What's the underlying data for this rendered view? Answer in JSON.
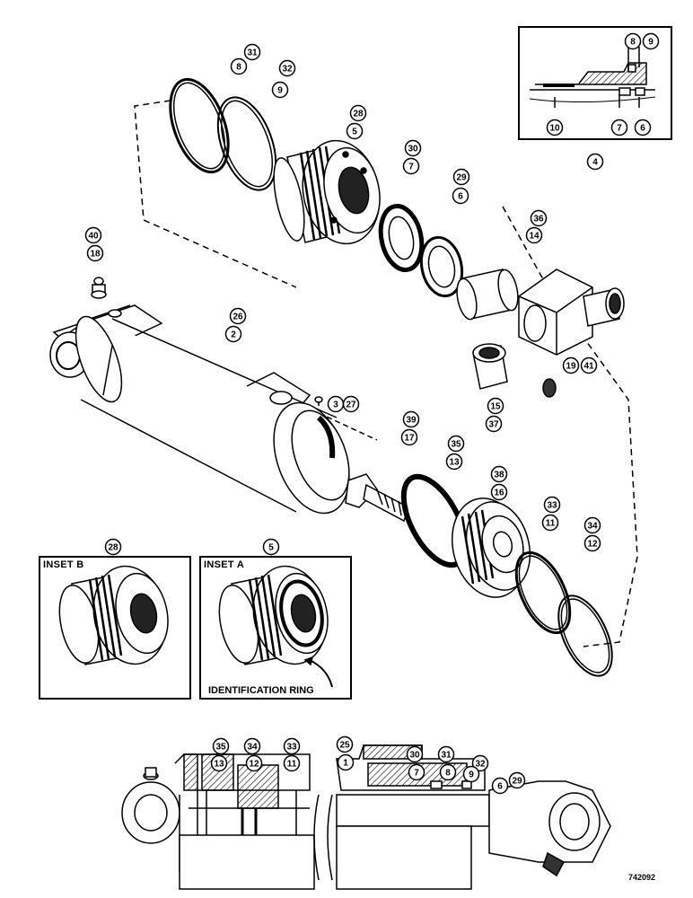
{
  "callouts": {
    "c31": "31",
    "c8a": "8",
    "c32": "32",
    "c9a": "9",
    "c28": "28",
    "c5": "5",
    "c30": "30",
    "c7": "7",
    "c29": "29",
    "c6": "6",
    "c36": "36",
    "c14": "14",
    "c40": "40",
    "c18": "18",
    "c26": "26",
    "c2": "2",
    "c3": "3",
    "c27": "27",
    "c19": "19",
    "c41": "41",
    "c15": "15",
    "c37": "37",
    "c39": "39",
    "c17": "17",
    "c35": "35",
    "c13": "13",
    "c38": "38",
    "c16": "16",
    "c33": "33",
    "c11": "11",
    "c34": "34",
    "c12": "12",
    "i4_8": "8",
    "i4_9": "9",
    "i4_10": "10",
    "i4_7": "7",
    "i4_6": "6",
    "i4_4": "4",
    "insB_28": "28",
    "insA_5": "5",
    "s35": "35",
    "s13": "13",
    "s34": "34",
    "s12": "12",
    "s33": "33",
    "s11": "11",
    "s25": "25",
    "s1": "1",
    "s30": "30",
    "s7": "7",
    "s31": "31",
    "s8": "8",
    "s32": "32",
    "s9": "9",
    "s29": "29",
    "s6": "6"
  },
  "insets": {
    "b_label": "INSET B",
    "a_label": "INSET A",
    "identification_ring": "IDENTIFICATION RING"
  },
  "figure_number": "742092"
}
